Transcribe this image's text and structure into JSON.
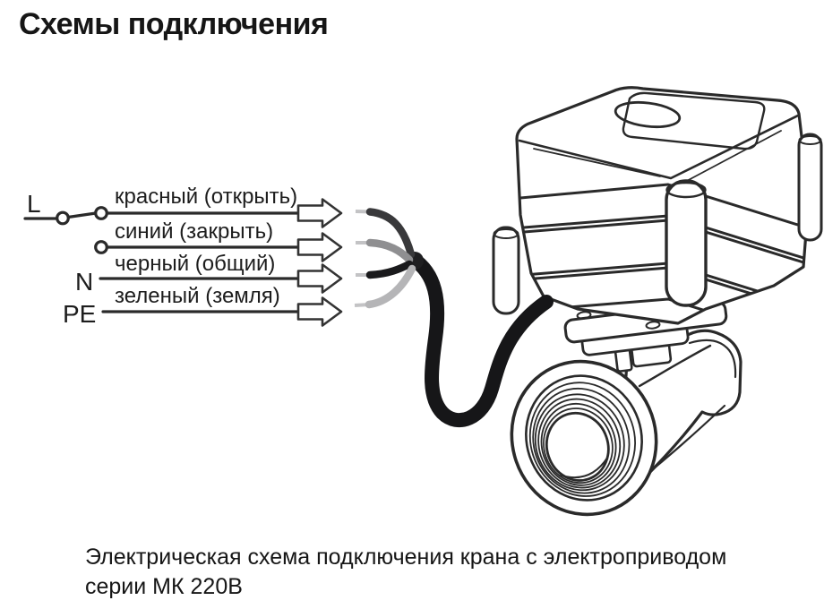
{
  "title": "Схемы подключения",
  "caption": {
    "line1": "Электрическая схема подключения крана с электроприводом",
    "line2": "серии МК 220В"
  },
  "diagram": {
    "terminals": {
      "live": "L",
      "neutral": "N",
      "earth": "PE"
    },
    "wires": [
      {
        "label": "красный (открыть)",
        "color_name": "red",
        "display_color": "#39393b"
      },
      {
        "label": "синий (закрыть)",
        "color_name": "blue",
        "display_color": "#8f8f91"
      },
      {
        "label": "черный (общий)",
        "color_name": "black",
        "display_color": "#1a1a1c"
      },
      {
        "label": "зеленый (земля)",
        "color_name": "green",
        "display_color": "#b5b5b7"
      }
    ],
    "arrow_icon": "block-arrow-right",
    "arrow_count": 4,
    "line_color": "#2a2a2a",
    "stripped_tip_color": "#c3c3c5",
    "cable_color": "#161618",
    "device": "кран с электроприводом (шаровой кран с сервоприводом)"
  }
}
